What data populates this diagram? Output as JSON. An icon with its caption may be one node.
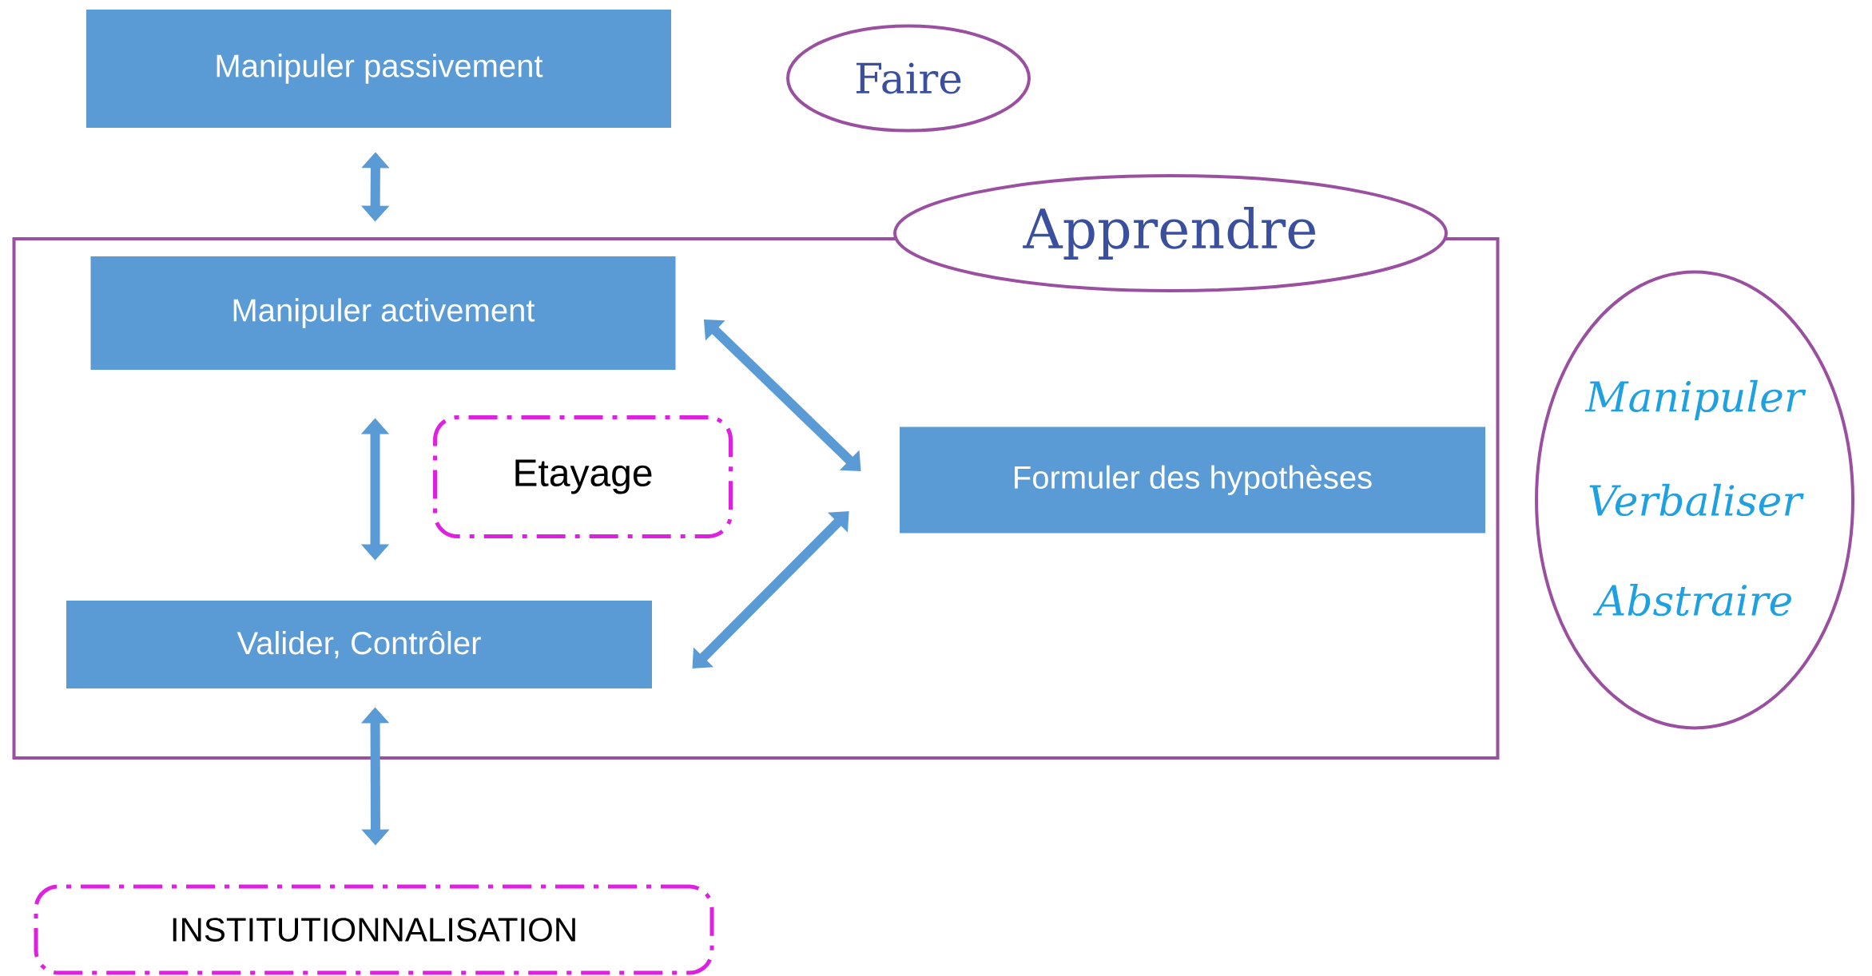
{
  "diagram": {
    "nodes": [
      {
        "text": [
          "Manipuler passivement"
        ]
      },
      {
        "text": [
          "Faire"
        ]
      },
      {
        "text": [
          "Apprendre"
        ]
      },
      {
        "text": [
          "Manipuler activement"
        ],
        "in": 2
      },
      {
        "text": [
          "Etayage"
        ],
        "in": 2
      },
      {
        "text": [
          "Formuler des hypothèses"
        ],
        "in": 2
      },
      {
        "text": [
          "Valider, Contrôler"
        ],
        "in": 2
      },
      {
        "text": [
          "INSTITUTIONNALISATION"
        ]
      },
      {
        "text": [
          "Manipuler",
          "Verbaliser",
          "Abstraire"
        ]
      }
    ],
    "edges": [
      {
        "from": 0,
        "to": 3,
        "arrow": "both"
      },
      {
        "from": 3,
        "to": 6,
        "arrow": "both"
      },
      {
        "from": 6,
        "to": 7,
        "arrow": "both"
      },
      {
        "from": 3,
        "to": 5,
        "arrow": "both"
      },
      {
        "from": 6,
        "to": 5,
        "arrow": "both"
      }
    ]
  }
}
